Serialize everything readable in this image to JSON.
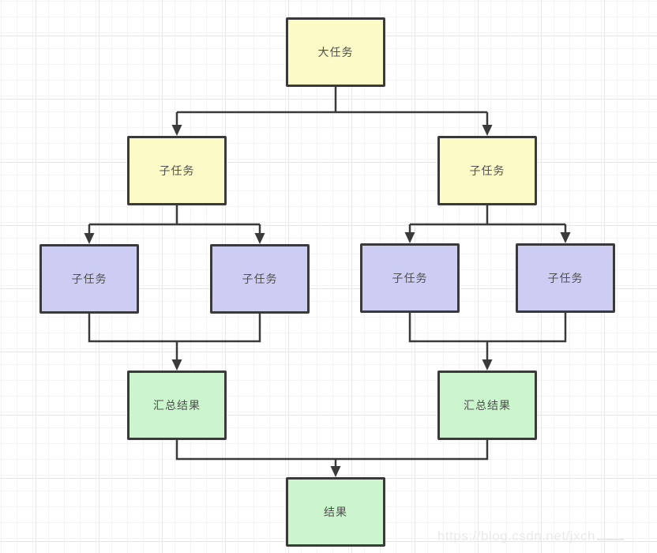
{
  "diagram": {
    "type": "fork-join-flowchart",
    "palette": {
      "task_fill": "#fcfac6",
      "subtask_fill": "#cdcdf4",
      "result_fill": "#cbf5cc",
      "stroke": "#3a3a3a",
      "text": "#4f4f4f",
      "grid_minor": "#f3f3f3",
      "grid_major": "#e7e7e7",
      "background": "#ffffff"
    },
    "nodes": {
      "big_task": {
        "label": "大任务",
        "fill": "#fcfac6"
      },
      "sub_left": {
        "label": "子任务",
        "fill": "#fcfac6"
      },
      "sub_right": {
        "label": "子任务",
        "fill": "#fcfac6"
      },
      "leaf_ll": {
        "label": "子任务",
        "fill": "#cdcdf4"
      },
      "leaf_lr": {
        "label": "子任务",
        "fill": "#cdcdf4"
      },
      "leaf_rl": {
        "label": "子任务",
        "fill": "#cdcdf4"
      },
      "leaf_rr": {
        "label": "子任务",
        "fill": "#cdcdf4"
      },
      "merge_left": {
        "label": "汇总结果",
        "fill": "#cbf5cc"
      },
      "merge_right": {
        "label": "汇总结果",
        "fill": "#cbf5cc"
      },
      "result": {
        "label": "结果",
        "fill": "#cbf5cc"
      }
    },
    "edges": [
      {
        "from": "big_task",
        "to": "sub_left"
      },
      {
        "from": "big_task",
        "to": "sub_right"
      },
      {
        "from": "sub_left",
        "to": "leaf_ll"
      },
      {
        "from": "sub_left",
        "to": "leaf_lr"
      },
      {
        "from": "sub_right",
        "to": "leaf_rl"
      },
      {
        "from": "sub_right",
        "to": "leaf_rr"
      },
      {
        "from": "leaf_ll",
        "to": "merge_left"
      },
      {
        "from": "leaf_lr",
        "to": "merge_left"
      },
      {
        "from": "leaf_rl",
        "to": "merge_right"
      },
      {
        "from": "leaf_rr",
        "to": "merge_right"
      },
      {
        "from": "merge_left",
        "to": "result"
      },
      {
        "from": "merge_right",
        "to": "result"
      }
    ]
  },
  "watermark": {
    "text": "https://blog.csdn.net/jxch"
  }
}
